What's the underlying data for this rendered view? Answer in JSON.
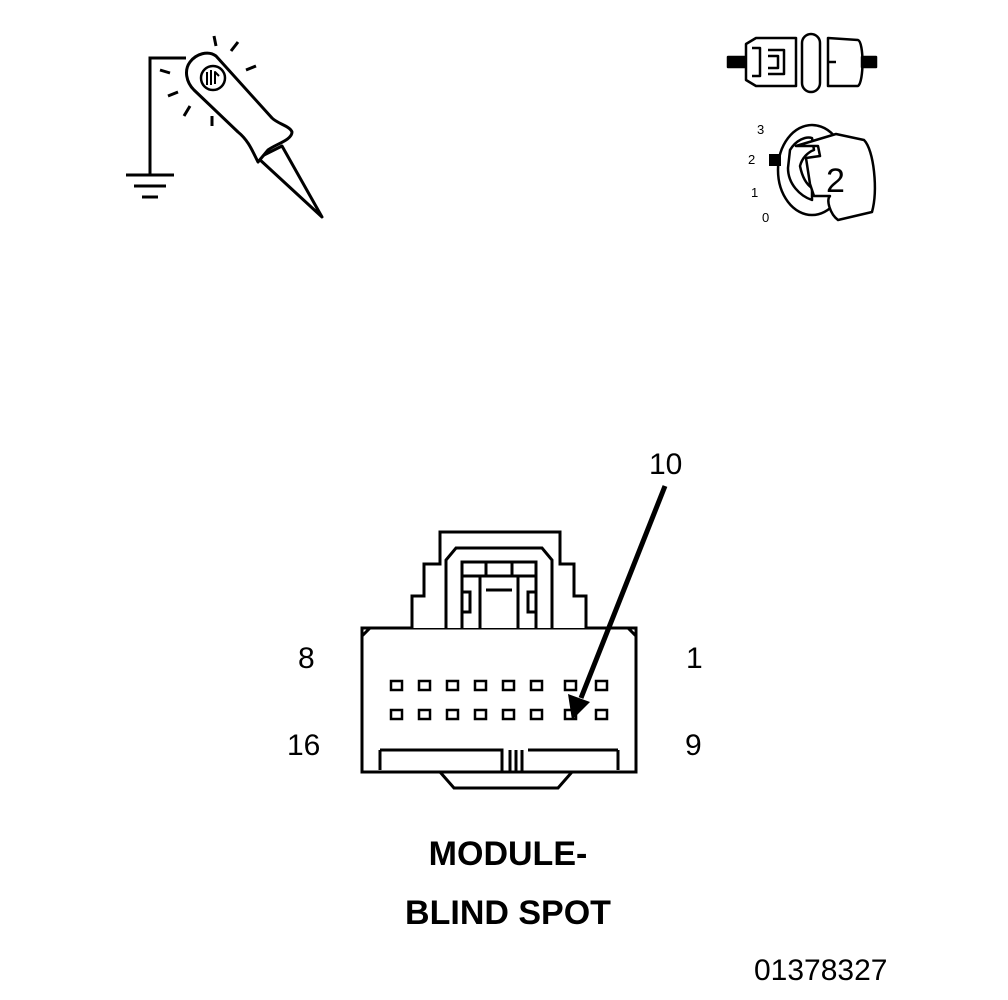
{
  "connector": {
    "pin_top_left": "8",
    "pin_top_right": "1",
    "pin_bottom_left": "16",
    "pin_bottom_right": "9",
    "probe_pin": "10"
  },
  "title": {
    "line1": "MODULE-",
    "line2": "BLIND SPOT"
  },
  "ignition": {
    "positions": [
      "3",
      "2",
      "1",
      "0"
    ],
    "selected": "2"
  },
  "icons": {
    "test_light": "test-light-probe-icon",
    "ground": "ground-symbol-icon",
    "disconnect": "connector-disconnect-icon",
    "ignition": "ignition-switch-icon"
  },
  "figure_number": "01378327",
  "colors": {
    "stroke": "#000000",
    "background": "#ffffff"
  }
}
